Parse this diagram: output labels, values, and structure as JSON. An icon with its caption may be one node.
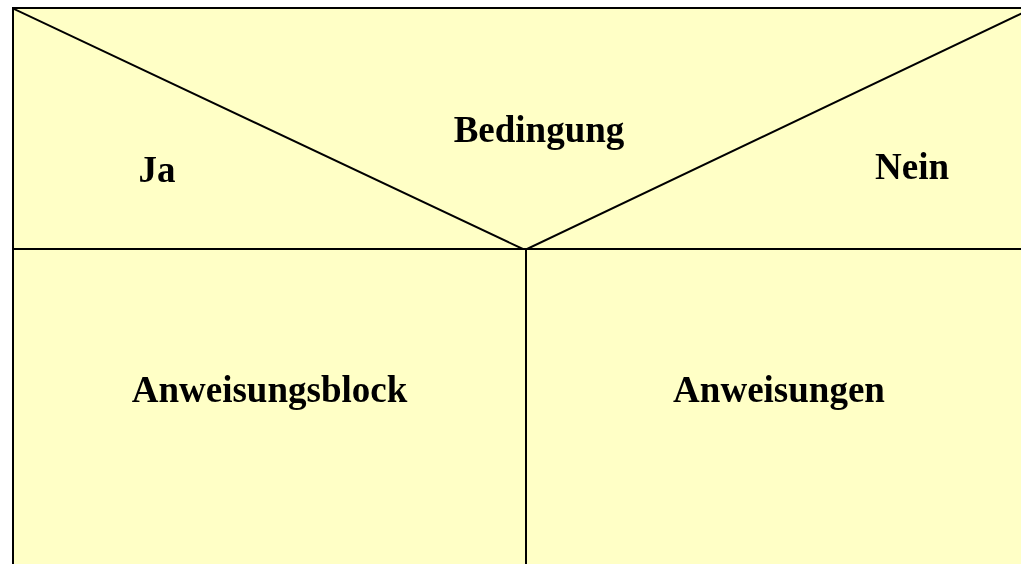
{
  "diagram": {
    "nodes": [
      {
        "text": [
          "Bedingung",
          "Ja",
          "Nein"
        ]
      },
      {
        "text": [
          "Anweisungsblock"
        ]
      },
      {
        "text": [
          "Anweisungen"
        ]
      }
    ]
  }
}
